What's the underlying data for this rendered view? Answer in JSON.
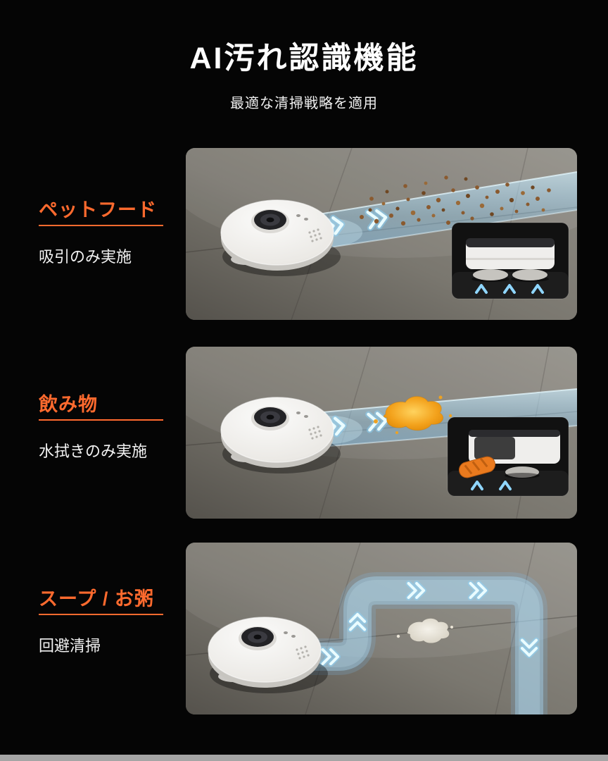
{
  "colors": {
    "background": "#050505",
    "accent": "#ff6a2e",
    "text": "#ffffff",
    "path-blue": "#a9ddff"
  },
  "header": {
    "title": "AI汚れ認識機能",
    "subtitle": "最適な清掃戦略を適用"
  },
  "sections": [
    {
      "label": "ペットフード",
      "description": "吸引のみ実施",
      "scene": "pet-food"
    },
    {
      "label": "飲み物",
      "description": "水拭きのみ実施",
      "scene": "drink"
    },
    {
      "label": "スープ / お粥",
      "description": "回避清掃",
      "scene": "soup-porridge"
    }
  ]
}
